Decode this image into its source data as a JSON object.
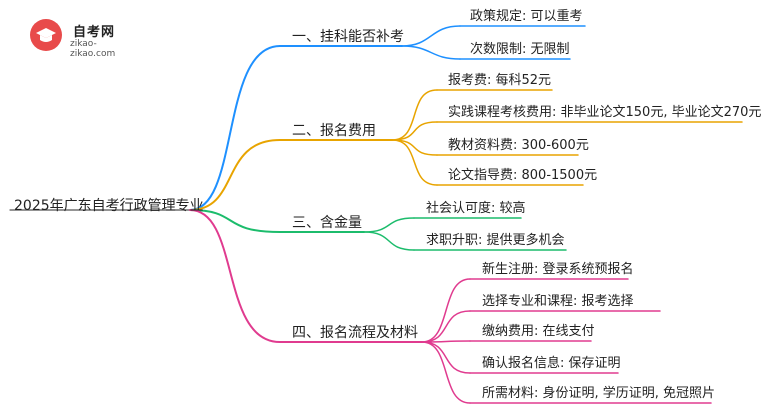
{
  "logo": {
    "title": "自考网",
    "url": "zikao-zikao.com",
    "icon": "graduation-cap-icon"
  },
  "root": "2025年广东自考行政管理专业",
  "branches": [
    {
      "label": "一、挂科能否补考",
      "color": "#1e90ff",
      "leaves": [
        "政策规定: 可以重考",
        "次数限制: 无限制"
      ]
    },
    {
      "label": "二、报名费用",
      "color": "#e8a400",
      "leaves": [
        "报考费: 每科52元",
        "实践课程考核费用: 非毕业论文150元, 毕业论文270元",
        "教材资料费: 300-600元",
        "论文指导费: 800-1500元"
      ]
    },
    {
      "label": "三、含金量",
      "color": "#1cbc6c",
      "leaves": [
        "社会认可度: 较高",
        "求职升职: 提供更多机会"
      ]
    },
    {
      "label": "四、报名流程及材料",
      "color": "#e03b8f",
      "leaves": [
        "新生注册: 登录系统预报名",
        "选择专业和课程: 报考选择",
        "缴纳费用: 在线支付",
        "确认报名信息: 保存证明",
        "所需材料: 身份证明, 学历证明, 免冠照片"
      ]
    }
  ]
}
